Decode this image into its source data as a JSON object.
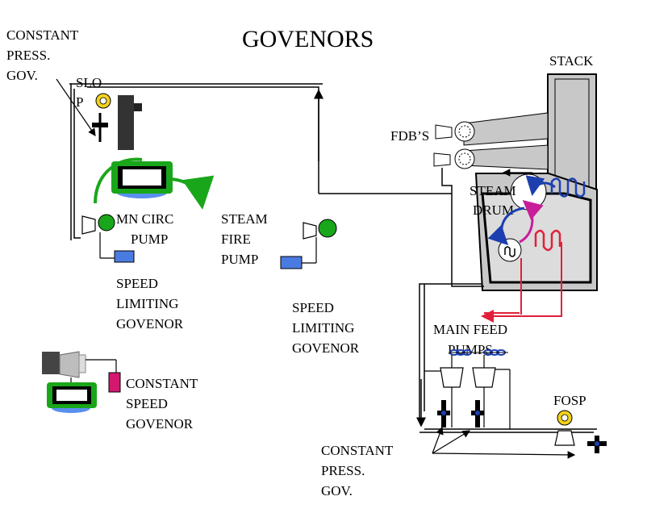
{
  "title": "GOVENORS",
  "labels": {
    "constant_press_gov_top": [
      "CONSTANT",
      "PRESS.",
      "GOV."
    ],
    "slo": [
      "SLO",
      "P"
    ],
    "mn_circ_pump": [
      "MN CIRC",
      "PUMP"
    ],
    "steam_fire_pump": [
      "STEAM",
      "FIRE",
      "PUMP"
    ],
    "speed_limiting_gov_left": [
      "SPEED",
      "LIMITING",
      "GOVENOR"
    ],
    "speed_limiting_gov_mid": [
      "SPEED",
      "LIMITING",
      "GOVENOR"
    ],
    "constant_speed_gov": [
      "CONSTANT",
      "SPEED",
      "GOVENOR"
    ],
    "stack": "STACK",
    "fdbs": "FDB’S",
    "steam_drum": [
      "STEAM",
      "DRUM"
    ],
    "main_feed_pumps": [
      "MAIN FEED",
      "PUMPS"
    ],
    "fosp": "FOSP",
    "constant_press_gov_bottom": [
      "CONSTANT",
      "PRESS.",
      "GOV."
    ]
  },
  "colors": {
    "green": "#1aa61a",
    "governor_blue": "#3a6fd8",
    "magenta_governor": "#d4186f",
    "boiler_gray": "#c8c8c8",
    "red_line": "#e0203a",
    "blue_arrow": "#1c3fb0",
    "pink_arrow": "#c81e9a",
    "yellow_gauge": "#f2d21b"
  }
}
